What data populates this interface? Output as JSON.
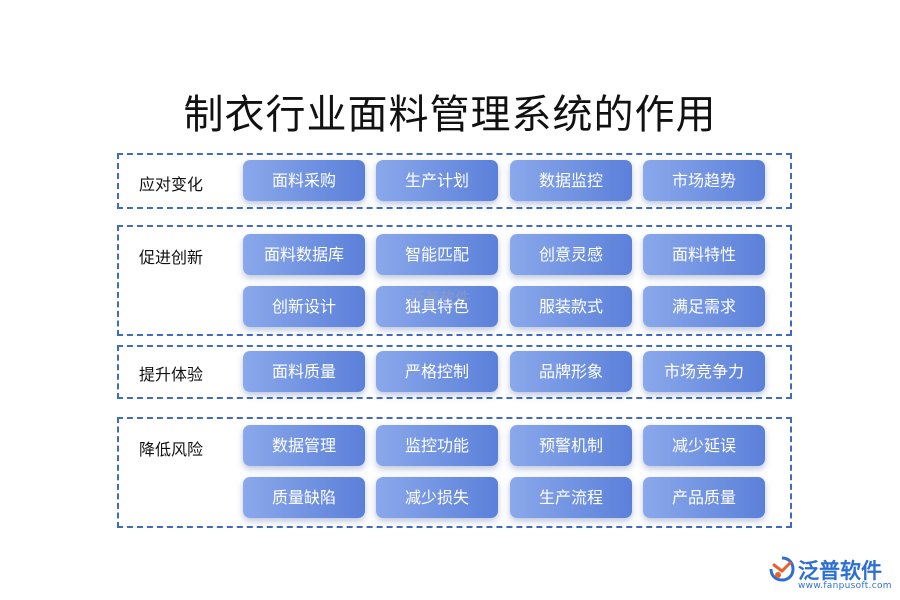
{
  "title": "制衣行业面料管理系统的作用",
  "groups": [
    {
      "label": "应对变化",
      "items": [
        "面料采购",
        "生产计划",
        "数据监控",
        "市场趋势"
      ]
    },
    {
      "label": "促进创新",
      "items": [
        "面料数据库",
        "智能匹配",
        "创意灵感",
        "面料特性",
        "创新设计",
        "独具特色",
        "服装款式",
        "满足需求"
      ]
    },
    {
      "label": "提升体验",
      "items": [
        "面料质量",
        "严格控制",
        "品牌形象",
        "市场竞争力"
      ]
    },
    {
      "label": "降低风险",
      "items": [
        "数据管理",
        "监控功能",
        "预警机制",
        "减少延误",
        "质量缺陷",
        "减少损失",
        "生产流程",
        "产品质量"
      ]
    }
  ],
  "watermark": "泛普软件",
  "logo": {
    "name": "泛普软件",
    "url": "www.fanpusoft.com"
  },
  "colors": {
    "chip_start": "#8aa8eb",
    "chip_end": "#5b80d9",
    "border": "#3f6cc2",
    "logo": "#2d6fd1"
  }
}
